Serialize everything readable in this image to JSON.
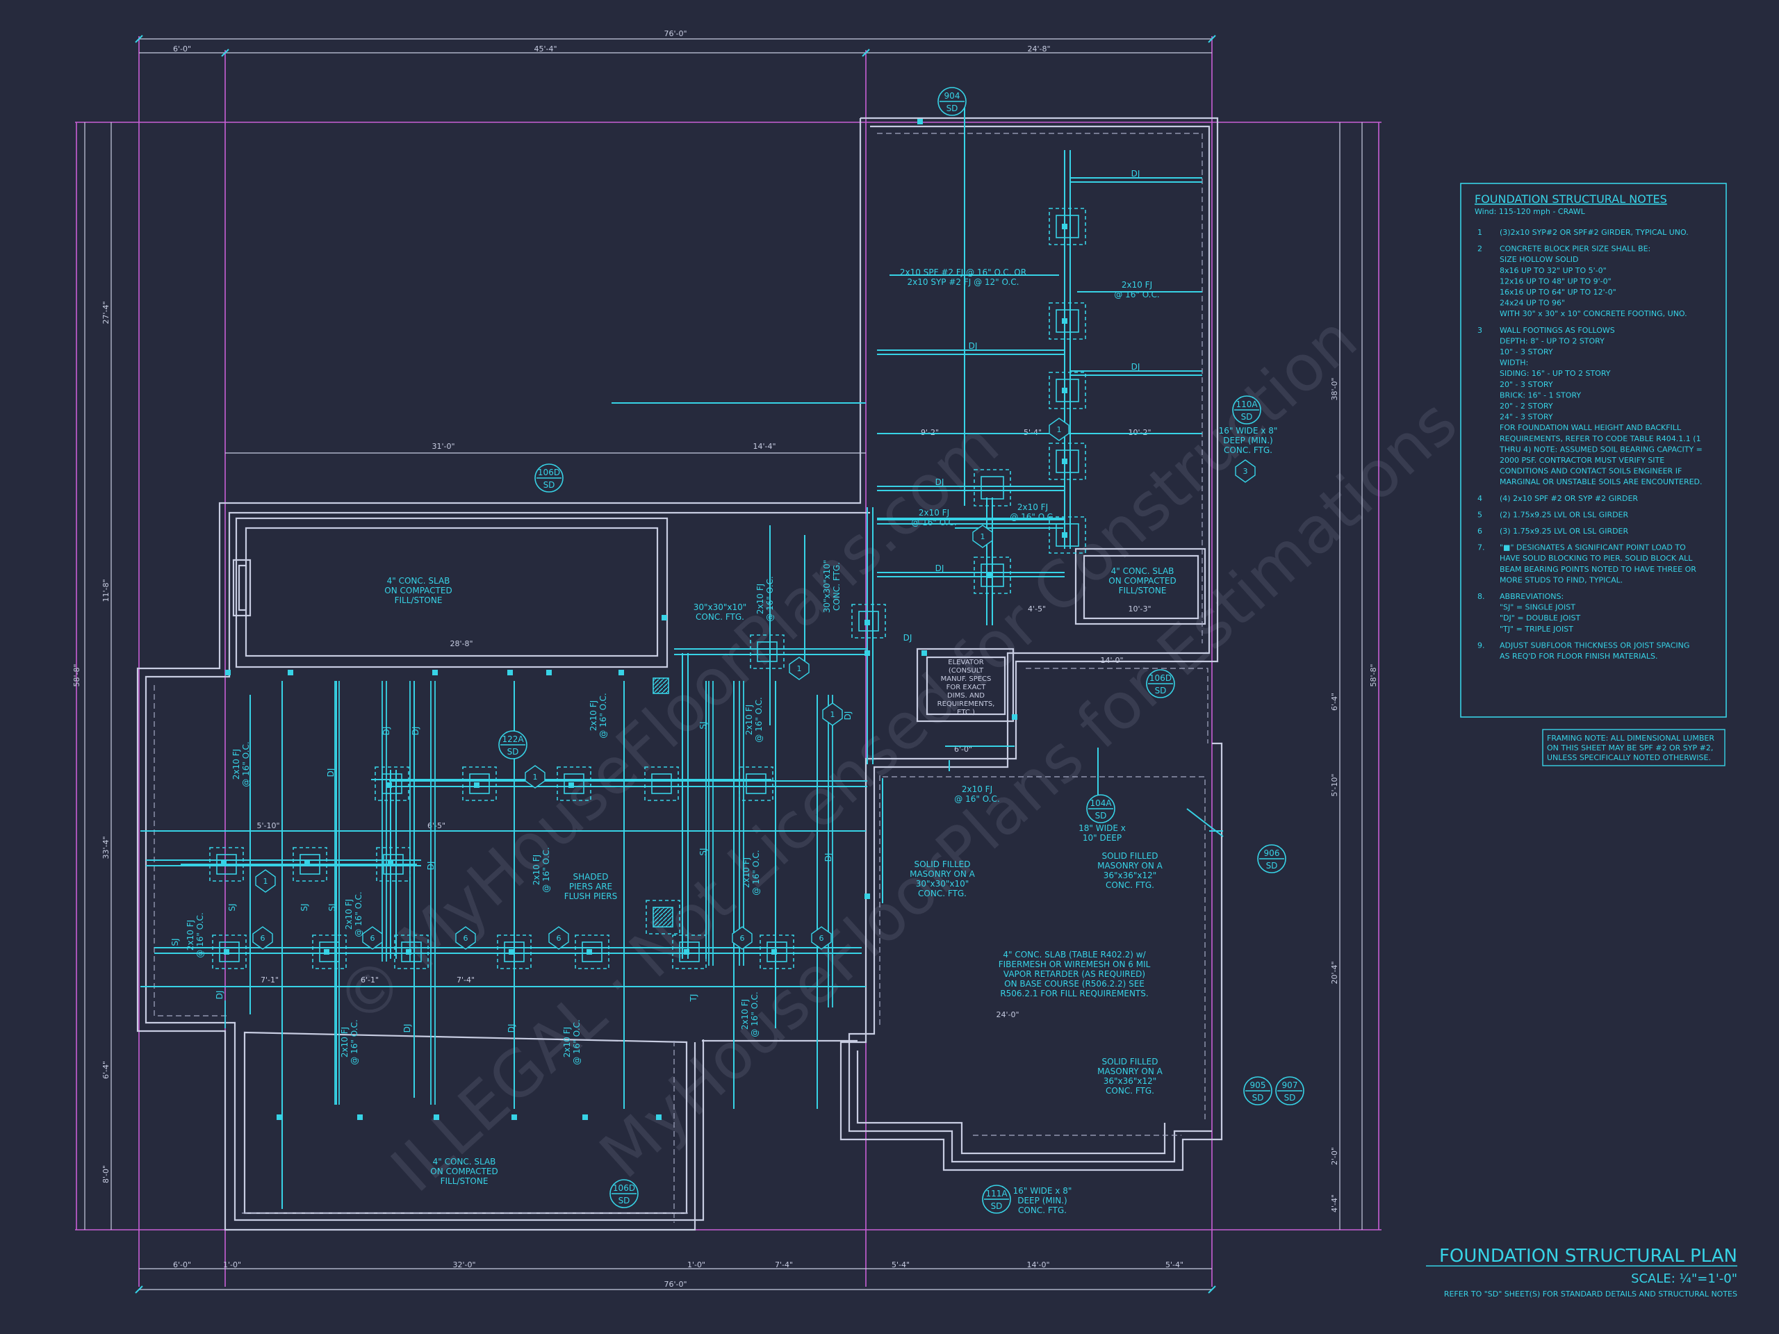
{
  "title_block": {
    "title": "FOUNDATION STRUCTURAL PLAN",
    "scale": "SCALE: ¼\"=1'-0\"",
    "note": "REFER TO \"SD\" SHEET(S) FOR STANDARD DETAILS AND STRUCTURAL NOTES"
  },
  "notes": {
    "heading": "FOUNDATION STRUCTURAL NOTES",
    "wind": "Wind: 115-120 mph - CRAWL",
    "lines": [
      {
        "tag": "1",
        "text": "(3)2x10 SYP#2 OR SPF#2 GIRDER, TYPICAL UNO."
      },
      {
        "tag": "2",
        "text": "CONCRETE BLOCK PIER SIZE SHALL BE:"
      },
      {
        "tag": "",
        "text": "SIZE        HOLLOW        SOLID"
      },
      {
        "tag": "",
        "text": "8x16        UP TO 32\"      UP TO 5'-0\""
      },
      {
        "tag": "",
        "text": "12x16       UP TO 48\"      UP TO 9'-0\""
      },
      {
        "tag": "",
        "text": "16x16       UP TO 64\"      UP TO 12'-0\""
      },
      {
        "tag": "",
        "text": "24x24       UP TO 96\""
      },
      {
        "tag": "",
        "text": "WITH 30\" x 30\" x 10\" CONCRETE FOOTING, UNO."
      },
      {
        "tag": "3",
        "text": "WALL FOOTINGS AS FOLLOWS"
      },
      {
        "tag": "",
        "text": "DEPTH:     8\" - UP TO 2 STORY"
      },
      {
        "tag": "",
        "text": "               10\" - 3 STORY"
      },
      {
        "tag": "",
        "text": "WIDTH:"
      },
      {
        "tag": "",
        "text": "SIDING:    16\" - UP TO 2 STORY"
      },
      {
        "tag": "",
        "text": "               20\" - 3 STORY"
      },
      {
        "tag": "",
        "text": "BRICK:      16\" - 1 STORY"
      },
      {
        "tag": "",
        "text": "               20\" - 2 STORY"
      },
      {
        "tag": "",
        "text": "               24\" - 3 STORY"
      },
      {
        "tag": "",
        "text": "FOR FOUNDATION WALL HEIGHT AND BACKFILL"
      },
      {
        "tag": "",
        "text": "REQUIREMENTS, REFER TO CODE TABLE R404.1.1 (1"
      },
      {
        "tag": "",
        "text": "THRU 4) NOTE: ASSUMED SOIL BEARING CAPACITY ="
      },
      {
        "tag": "",
        "text": "2000 PSF. CONTRACTOR MUST VERIFY SITE"
      },
      {
        "tag": "",
        "text": "CONDITIONS AND CONTACT SOILS ENGINEER IF"
      },
      {
        "tag": "",
        "text": "MARGINAL OR UNSTABLE SOILS ARE ENCOUNTERED."
      },
      {
        "tag": "4",
        "text": "(4) 2x10 SPF #2 OR SYP #2 GIRDER"
      },
      {
        "tag": "5",
        "text": "(2) 1.75x9.25 LVL OR LSL GIRDER"
      },
      {
        "tag": "6",
        "text": "(3) 1.75x9.25 LVL OR LSL GIRDER"
      },
      {
        "tag": "7.",
        "text": "\"■\" DESIGNATES A SIGNIFICANT POINT LOAD TO"
      },
      {
        "tag": "",
        "text": "HAVE SOLID BLOCKING TO PIER. SOLID BLOCK ALL"
      },
      {
        "tag": "",
        "text": "BEAM BEARING POINTS NOTED TO HAVE THREE OR"
      },
      {
        "tag": "",
        "text": "MORE STUDS TO FIND, TYPICAL."
      },
      {
        "tag": "8.",
        "text": "ABBREVIATIONS:"
      },
      {
        "tag": "",
        "text": "\"SJ\" = SINGLE JOIST"
      },
      {
        "tag": "",
        "text": "\"DJ\" = DOUBLE JOIST"
      },
      {
        "tag": "",
        "text": "\"TJ\" = TRIPLE JOIST"
      },
      {
        "tag": "9.",
        "text": "ADJUST SUBFLOOR THICKNESS OR JOIST SPACING"
      },
      {
        "tag": "",
        "text": "AS REQ'D FOR FLOOR FINISH MATERIALS."
      }
    ],
    "framing_note": [
      "FRAMING NOTE: ALL DIMENSIONAL LUMBER",
      "ON THIS SHEET MAY BE SPF #2 OR SYP #2,",
      "UNLESS SPECIFICALLY NOTED OTHERWISE."
    ]
  },
  "dimensions": {
    "top_total": "76'-0\"",
    "top_left": "6'-0\"",
    "top_mid": "45'-4\"",
    "top_right": "24'-8\"",
    "bottom_total": "76'-0\"",
    "bottom_segments": [
      "6'-0\"",
      "1'-0\"",
      "32'-0\"",
      "1'-0\"",
      "7'-4\"",
      "5'-4\"",
      "14'-0\"",
      "5'-4\""
    ],
    "left_overall": "58'-8\"",
    "left_segments": [
      "27'-4\"",
      "11'-8\"",
      "33'-4\"",
      "6'-4\"",
      "8'-0\""
    ],
    "right_overall": "58'-8\"",
    "right_segments": [
      "38'-0\"",
      "6'-4\"",
      "5'-10\"",
      "20'-4\"",
      "2'-0\"",
      "4'-4\""
    ],
    "misc": [
      "31'-0\"",
      "14'-4\"",
      "28'-8\"",
      "9'-2\"",
      "5'-4\"",
      "10'-2\"",
      "14'-0\"",
      "24'-0\"",
      "10'-3\"",
      "4'-5\"",
      "6'-0\"",
      "6'-1\"",
      "7'-1\"",
      "7'-4\"",
      "6'-5\"",
      "5'-10\""
    ]
  },
  "labels": {
    "slab_garage": [
      "4\" CONC. SLAB",
      "ON COMPACTED",
      "FILL/STONE"
    ],
    "slab_porch": [
      "4\" CONC. SLAB",
      "ON COMPACTED",
      "FILL/STONE"
    ],
    "slab_small": [
      "4\" CONC. SLAB",
      "ON COMPACTED",
      "FILL/STONE"
    ],
    "slab_main": [
      "4\" CONC. SLAB (TABLE R402.2) w/",
      "FIBERMESH OR WIREMESH ON 6 MIL",
      "VAPOR RETARDER (AS REQUIRED)",
      "ON BASE COURSE (R506.2.2) SEE",
      "R506.2.1 FOR FILL REQUIREMENTS."
    ],
    "elevator": [
      "ELEVATOR",
      "(CONSULT",
      "MANUF. SPECS",
      "FOR EXACT",
      "DIMS. AND",
      "REQUIREMENTS,",
      "ETC.)"
    ],
    "masonry_1": [
      "SOLID FILLED",
      "MASONRY ON A",
      "30\"x30\"x10\"",
      "CONC. FTG."
    ],
    "masonry_2": [
      "SOLID FILLED",
      "MASONRY ON A",
      "36\"x36\"x12\"",
      "CONC. FTG."
    ],
    "masonry_3": [
      "SOLID FILLED",
      "MASONRY ON A",
      "36\"x36\"x12\"",
      "CONC. FTG."
    ],
    "shaded_piers": [
      "SHADED",
      "PIERS ARE",
      "FLUSH PIERS"
    ],
    "footing_ftg": [
      "30\"x30\"x10\"",
      "CONC. FTG."
    ],
    "joist_top": [
      "2x10 SPF #2 FJ @ 16\" O.C. OR",
      "2x10 SYP #2 FJ @ 12\" O.C."
    ],
    "fj_16": [
      "2x10 FJ",
      "@ 16\" O.C."
    ],
    "footing_16": [
      "16\" WIDE x 8\"",
      "DEEP (MIN.)",
      "CONC. FTG."
    ],
    "footing_18": [
      "18\" WIDE x",
      "10\" DEEP"
    ],
    "dj": "DJ",
    "sj": "SJ",
    "tj": "TJ"
  },
  "callouts": [
    {
      "top": "904",
      "bottom": "SD"
    },
    {
      "top": "106D",
      "bottom": "SD"
    },
    {
      "top": "110A",
      "bottom": "SD"
    },
    {
      "top": "106D",
      "bottom": "SD"
    },
    {
      "top": "122A",
      "bottom": "SD"
    },
    {
      "top": "104A",
      "bottom": "SD"
    },
    {
      "top": "906",
      "bottom": "SD"
    },
    {
      "top": "905",
      "bottom": "SD"
    },
    {
      "top": "907",
      "bottom": "SD"
    },
    {
      "top": "111A",
      "bottom": "SD"
    },
    {
      "top": "106D",
      "bottom": "SD"
    }
  ],
  "watermark": {
    "line1": "© MyHouseFloorPlans.com",
    "line2": "ILLEGAL · Not Licensed for Construction",
    "line3": "MyHouseFloorPlans for Estimations"
  },
  "colors": {
    "background": "#262a3d",
    "cyan": "#37d3e6",
    "wall": "#c8cde2",
    "magenta": "#c85fd6"
  }
}
